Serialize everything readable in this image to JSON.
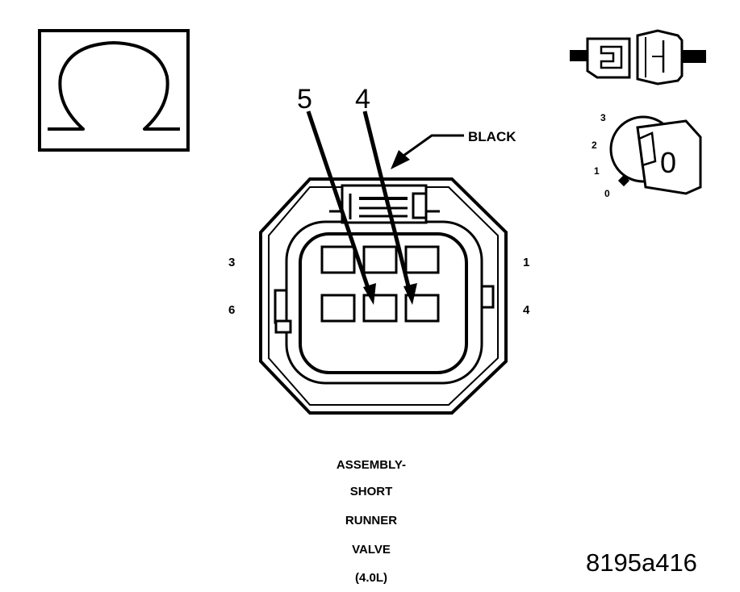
{
  "ohm_symbol": "Ω",
  "pointer_labels": {
    "left": "5",
    "right": "4"
  },
  "wire_color_label": "BLACK",
  "cavity_labels": {
    "top_left": "3",
    "bottom_left": "6",
    "top_right": "1",
    "bottom_right": "4"
  },
  "ignition_positions": [
    "3",
    "2",
    "1",
    "0"
  ],
  "key_position_label": "0",
  "caption_lines": [
    "ASSEMBLY-",
    "SHORT",
    "RUNNER",
    "VALVE",
    "(4.0L)"
  ],
  "figure_id": "8195a416"
}
